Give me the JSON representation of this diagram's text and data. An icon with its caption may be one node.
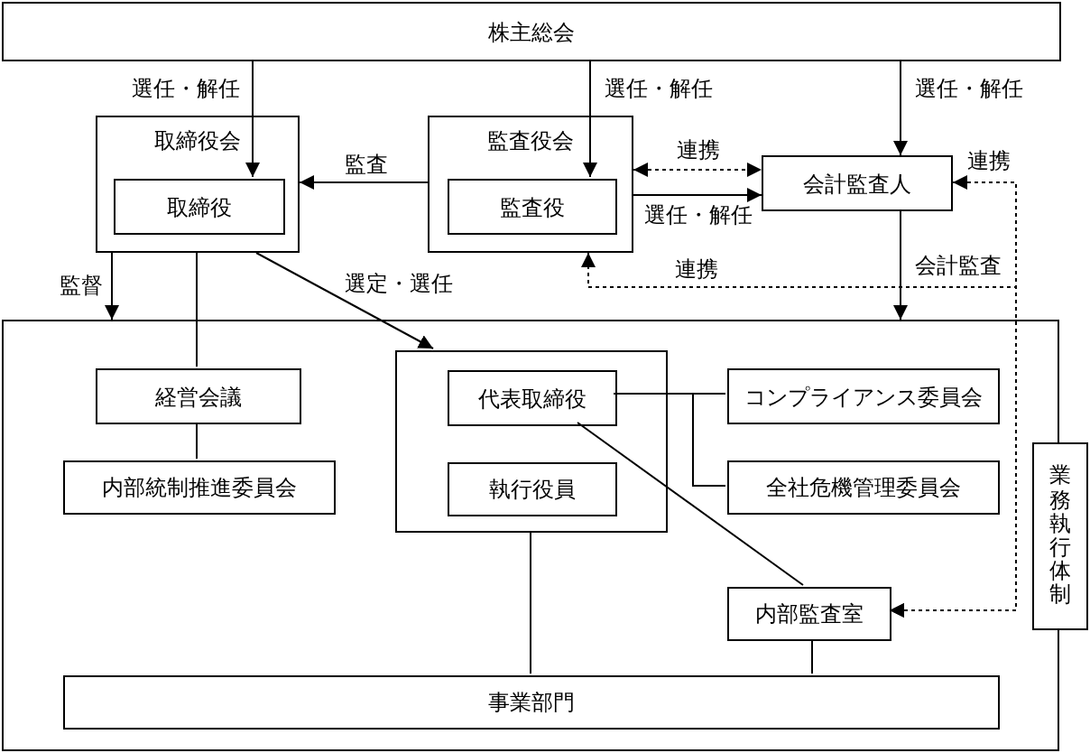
{
  "diagram": {
    "nodes": [
      {
        "text": [
          "株主総会"
        ]
      },
      {
        "text": [
          "取締役会"
        ]
      },
      {
        "text": [
          "取締役"
        ],
        "in": 1
      },
      {
        "text": [
          "監査役会"
        ]
      },
      {
        "text": [
          "監査役"
        ],
        "in": 3
      },
      {
        "text": [
          "会計監査人"
        ]
      },
      {
        "text": [],
        "shape": "box"
      },
      {
        "text": [
          "経営会議"
        ],
        "in": 6
      },
      {
        "text": [],
        "shape": "box",
        "in": 6
      },
      {
        "text": [
          "代表取締役"
        ],
        "in": 8
      },
      {
        "text": [
          "コンプライアンス委員会"
        ],
        "in": 6
      },
      {
        "text": [
          "内部統制推進委員会"
        ],
        "in": 6
      },
      {
        "text": [
          "執行役員"
        ],
        "in": 8
      },
      {
        "text": [
          "全社危機管理委員会"
        ],
        "in": 6
      },
      {
        "text": [
          "業務執行体制"
        ]
      },
      {
        "text": [
          "内部監査室"
        ],
        "in": 6
      },
      {
        "text": [
          "事業部門"
        ],
        "in": 6
      }
    ],
    "edges": [
      {
        "from": 0,
        "to": 2,
        "arrow": "to",
        "label": "選任・解任"
      },
      {
        "from": 0,
        "to": 4,
        "arrow": "to",
        "label": "選任・解任"
      },
      {
        "from": 0,
        "to": 5,
        "arrow": "to",
        "label": "選任・解任"
      },
      {
        "from": 3,
        "to": 1,
        "arrow": "to",
        "label": "監査"
      },
      {
        "from": 3,
        "to": 5,
        "arrow": "both",
        "label": "連携",
        "style": "dashed"
      },
      {
        "from": 3,
        "to": 5,
        "arrow": "to",
        "label": "選任・解任"
      },
      {
        "from": 5,
        "to": 6,
        "arrow": "to",
        "label": "会計監査"
      },
      {
        "from": 15,
        "to": 5,
        "arrow": "both",
        "label": "連携",
        "style": "dashed"
      },
      {
        "from": 15,
        "to": 3,
        "arrow": "both",
        "label": "連携",
        "style": "dashed"
      },
      {
        "from": 1,
        "to": 6,
        "arrow": "to",
        "label": "監督"
      },
      {
        "from": 1,
        "to": 8,
        "arrow": "to",
        "label": "選定・選任"
      },
      {
        "from": 1,
        "to": 7,
        "arrow": "none"
      },
      {
        "from": 7,
        "to": 11,
        "arrow": "none"
      },
      {
        "from": 9,
        "to": 10,
        "arrow": "none"
      },
      {
        "from": 9,
        "to": 13,
        "arrow": "none"
      },
      {
        "from": 9,
        "to": 15,
        "arrow": "none"
      },
      {
        "from": 8,
        "to": 16,
        "arrow": "none"
      },
      {
        "from": 15,
        "to": 16,
        "arrow": "none"
      }
    ]
  }
}
